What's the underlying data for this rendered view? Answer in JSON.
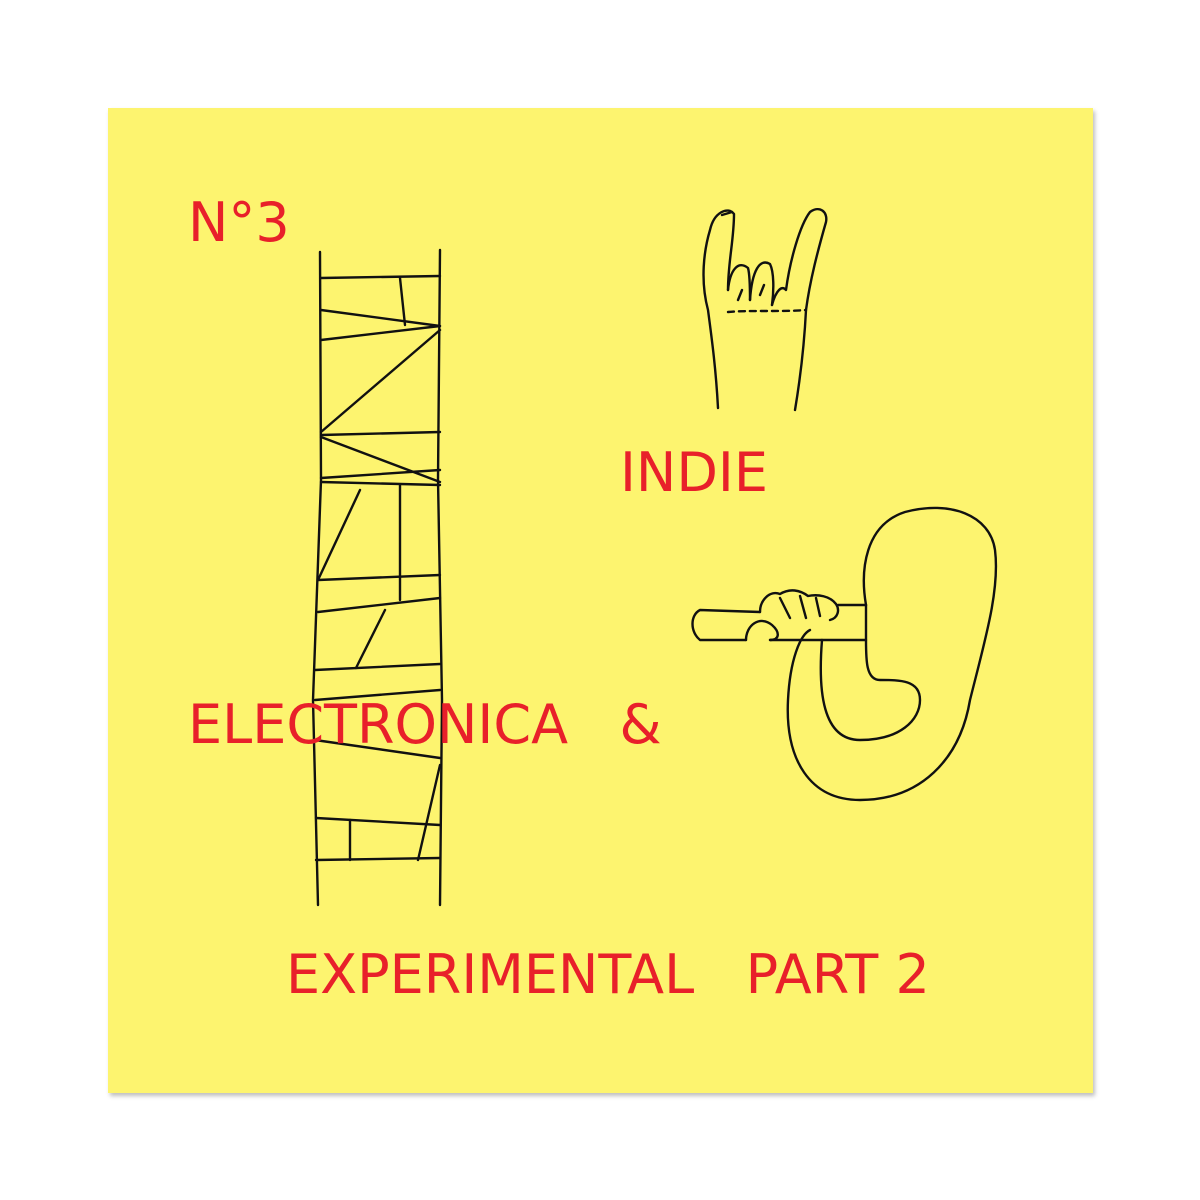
{
  "cover": {
    "number": "N°3",
    "line1": "INDIE",
    "line2": "ELECTRONICA   &",
    "line3": "EXPERIMENTAL   PART 2"
  },
  "colors": {
    "background": "#fdf46f",
    "text": "#e8202a",
    "ink": "#111111"
  },
  "illustrations": [
    "ladder-drawing",
    "rock-hand-drawing",
    "hand-holding-handle-drawing"
  ]
}
